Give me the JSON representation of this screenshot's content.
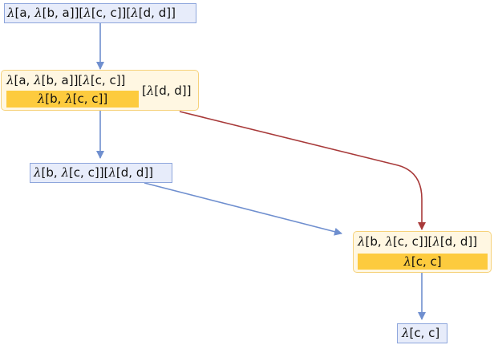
{
  "nodes": {
    "n1": {
      "text": "λ[a, λ[b, a]][λ[c, c]][λ[d, d]]"
    },
    "n2": {
      "line1": "λ[a, λ[b, a]][λ[c, c]]",
      "highlight": "λ[b, λ[c, c]]",
      "tail": "[λ[d, d]]"
    },
    "n3": {
      "text": "λ[b, λ[c, c]][λ[d, d]]"
    },
    "n4": {
      "line1": "λ[b, λ[c, c]][λ[d, d]]",
      "highlight": "λ[c, c]"
    },
    "n5": {
      "text": "λ[c, c]"
    }
  },
  "colors": {
    "blue_node_fill": "#e7ecfa",
    "blue_node_border": "#8ea6dc",
    "yellow_node_fill": "#fff7e2",
    "yellow_node_border": "#f6d27b",
    "highlight_fill": "#fdcb3e",
    "blue_edge": "#6f8fcf",
    "red_edge": "#a83a3a"
  }
}
